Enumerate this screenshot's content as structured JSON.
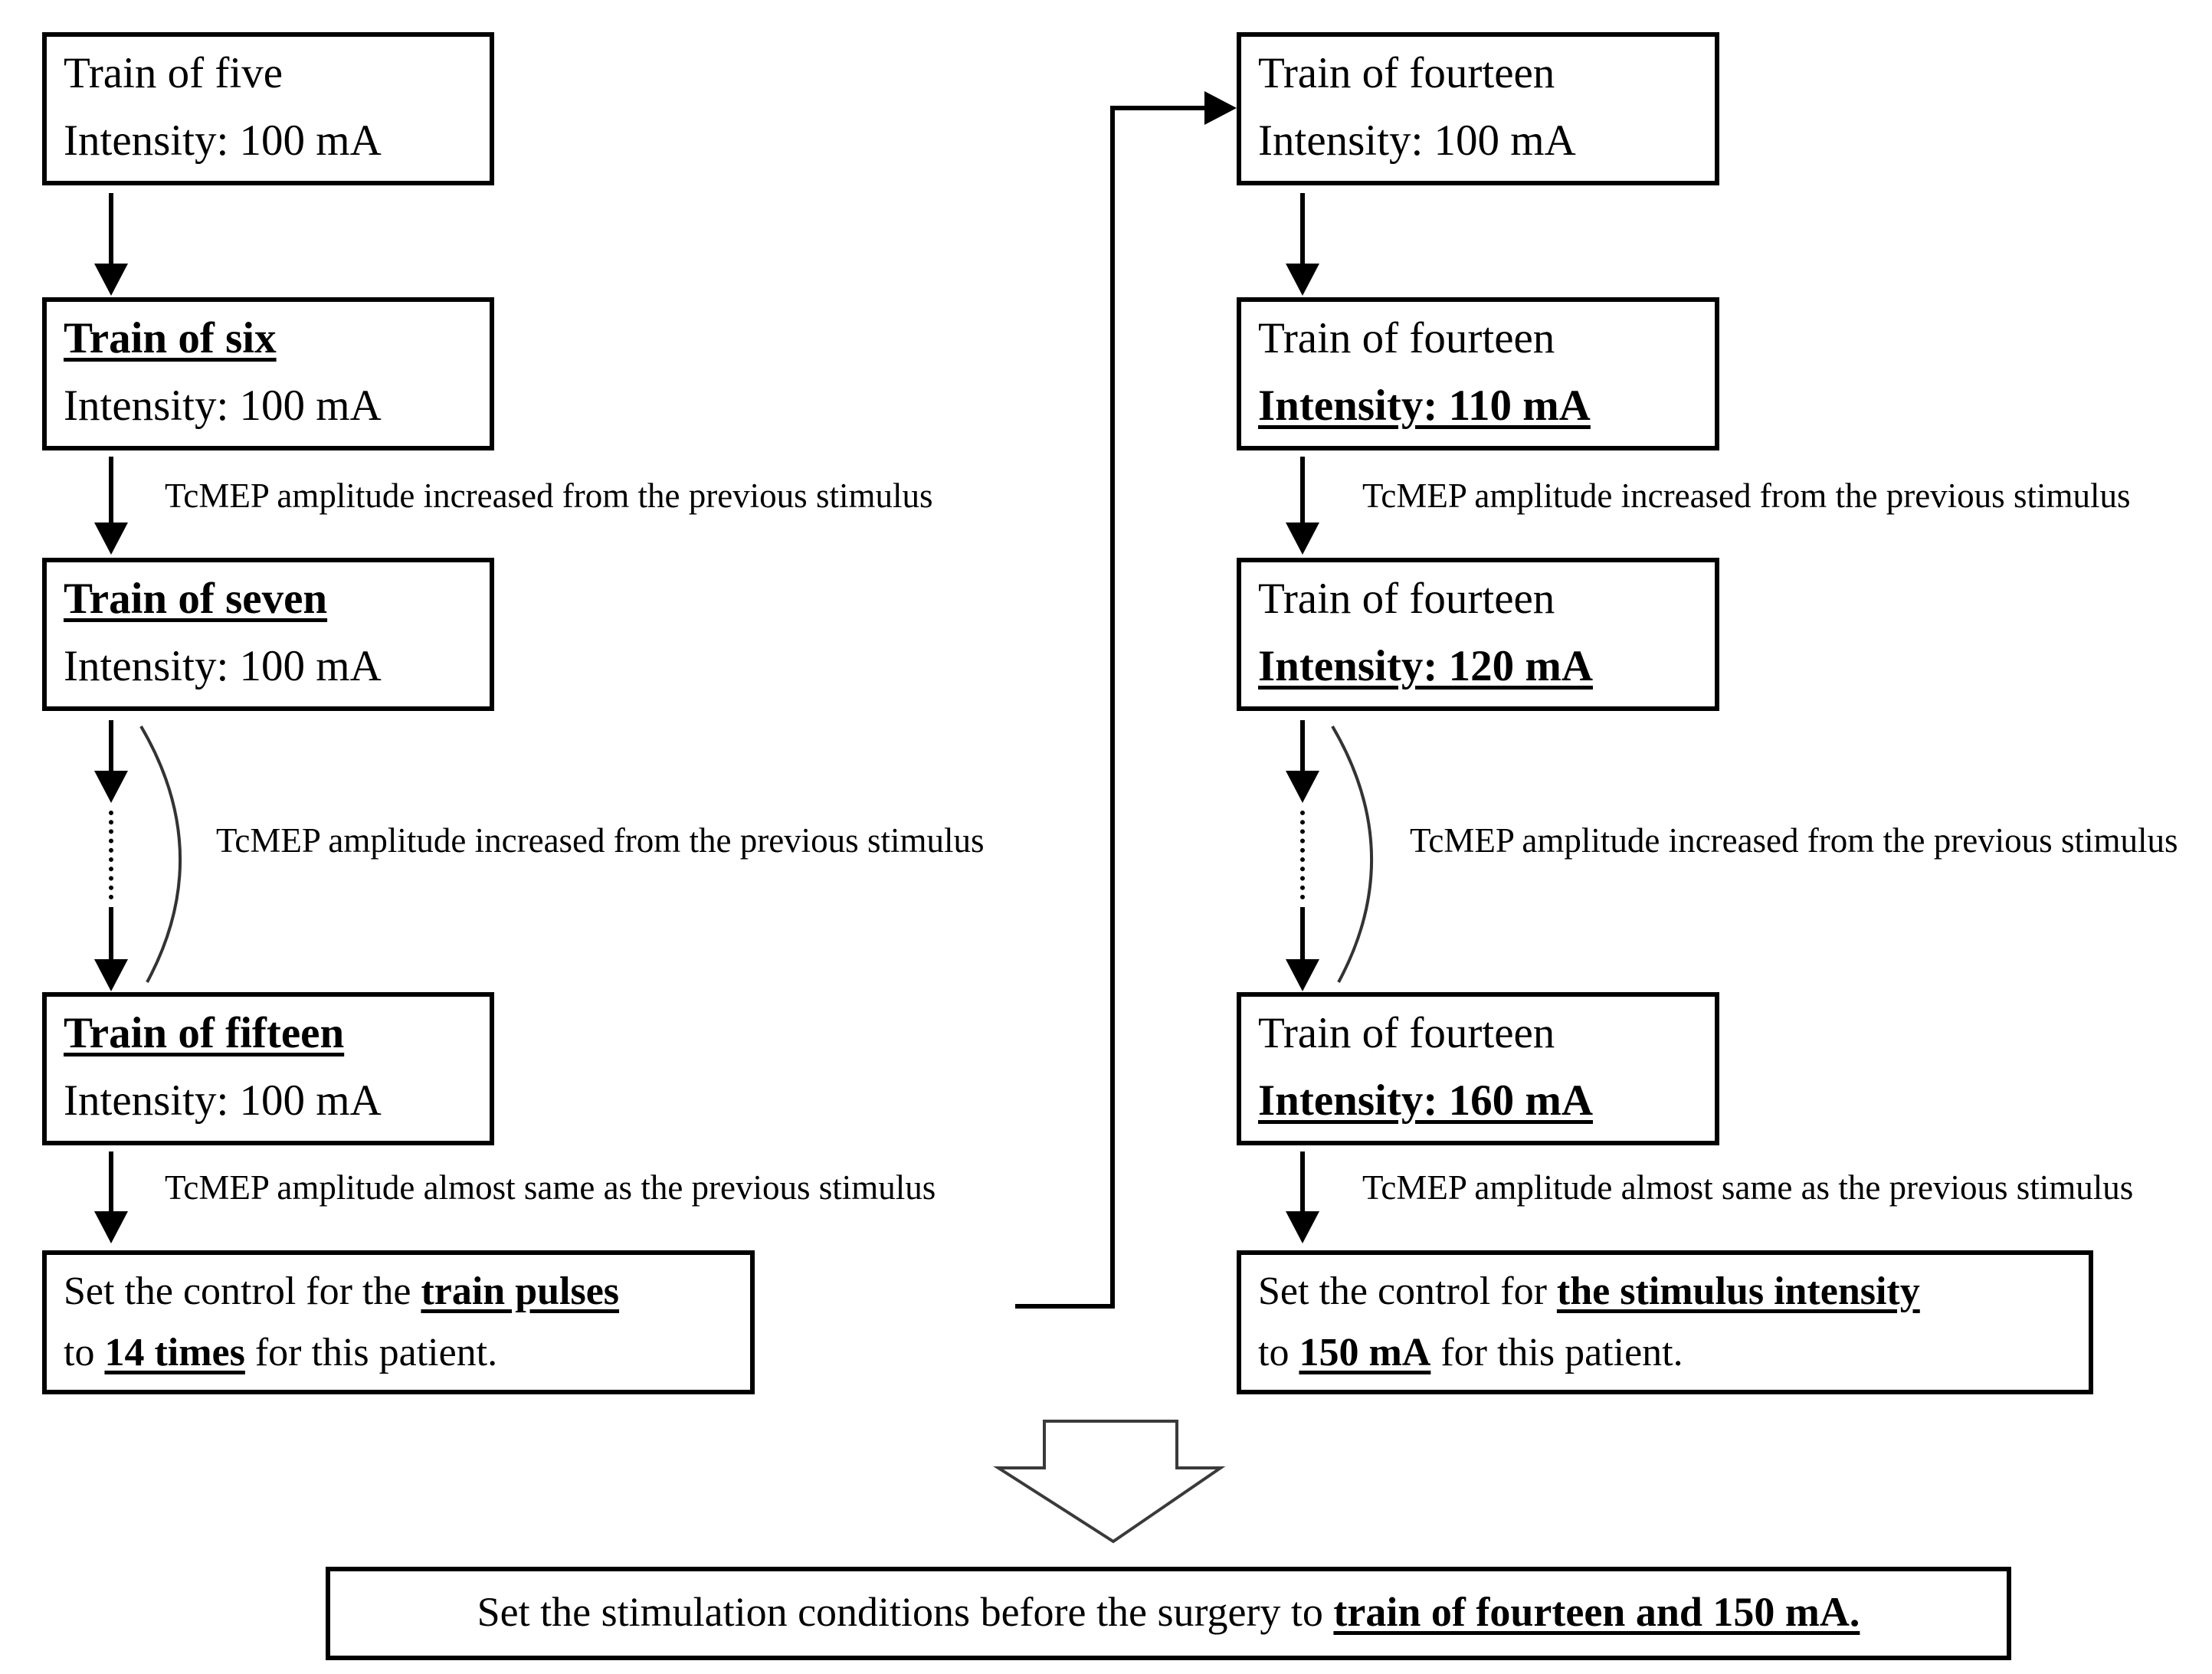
{
  "diagram": {
    "left": {
      "box1": {
        "line1": "Train of five",
        "line2": "Intensity: 100 mA"
      },
      "box2": {
        "line1": "Train of six",
        "line2": "Intensity: 100 mA"
      },
      "box3": {
        "line1": "Train of seven",
        "line2": "Intensity: 100 mA"
      },
      "box4": {
        "line1": "Train of fifteen",
        "line2": "Intensity: 100 mA"
      },
      "result": {
        "prefix": "Set the control for the ",
        "em1": "train pulses",
        "mid": "to ",
        "em2": "14 times",
        "suffix": " for this patient."
      }
    },
    "right": {
      "box1": {
        "line1": "Train of fourteen",
        "line2": "Intensity: 100 mA"
      },
      "box2": {
        "line1": "Train of fourteen",
        "line2": "Intensity: 110 mA"
      },
      "box3": {
        "line1": "Train of fourteen",
        "line2": "Intensity: 120 mA"
      },
      "box4": {
        "line1": "Train of fourteen",
        "line2": "Intensity: 160 mA"
      },
      "result": {
        "prefix": "Set the control for ",
        "em1": "the stimulus intensity",
        "mid": "to ",
        "em2": "150 mA",
        "suffix": " for this patient."
      }
    },
    "labels": {
      "increased": "TcMEP amplitude increased from the previous stimulus",
      "same": "TcMEP amplitude almost same as the previous stimulus"
    },
    "conclusion": {
      "prefix": "Set the stimulation conditions before the surgery to ",
      "em": "train of fourteen and 150 mA."
    },
    "colors": {
      "line": "#000000",
      "big_arrow_stroke": "#3a3a3a",
      "background": "#ffffff"
    }
  }
}
